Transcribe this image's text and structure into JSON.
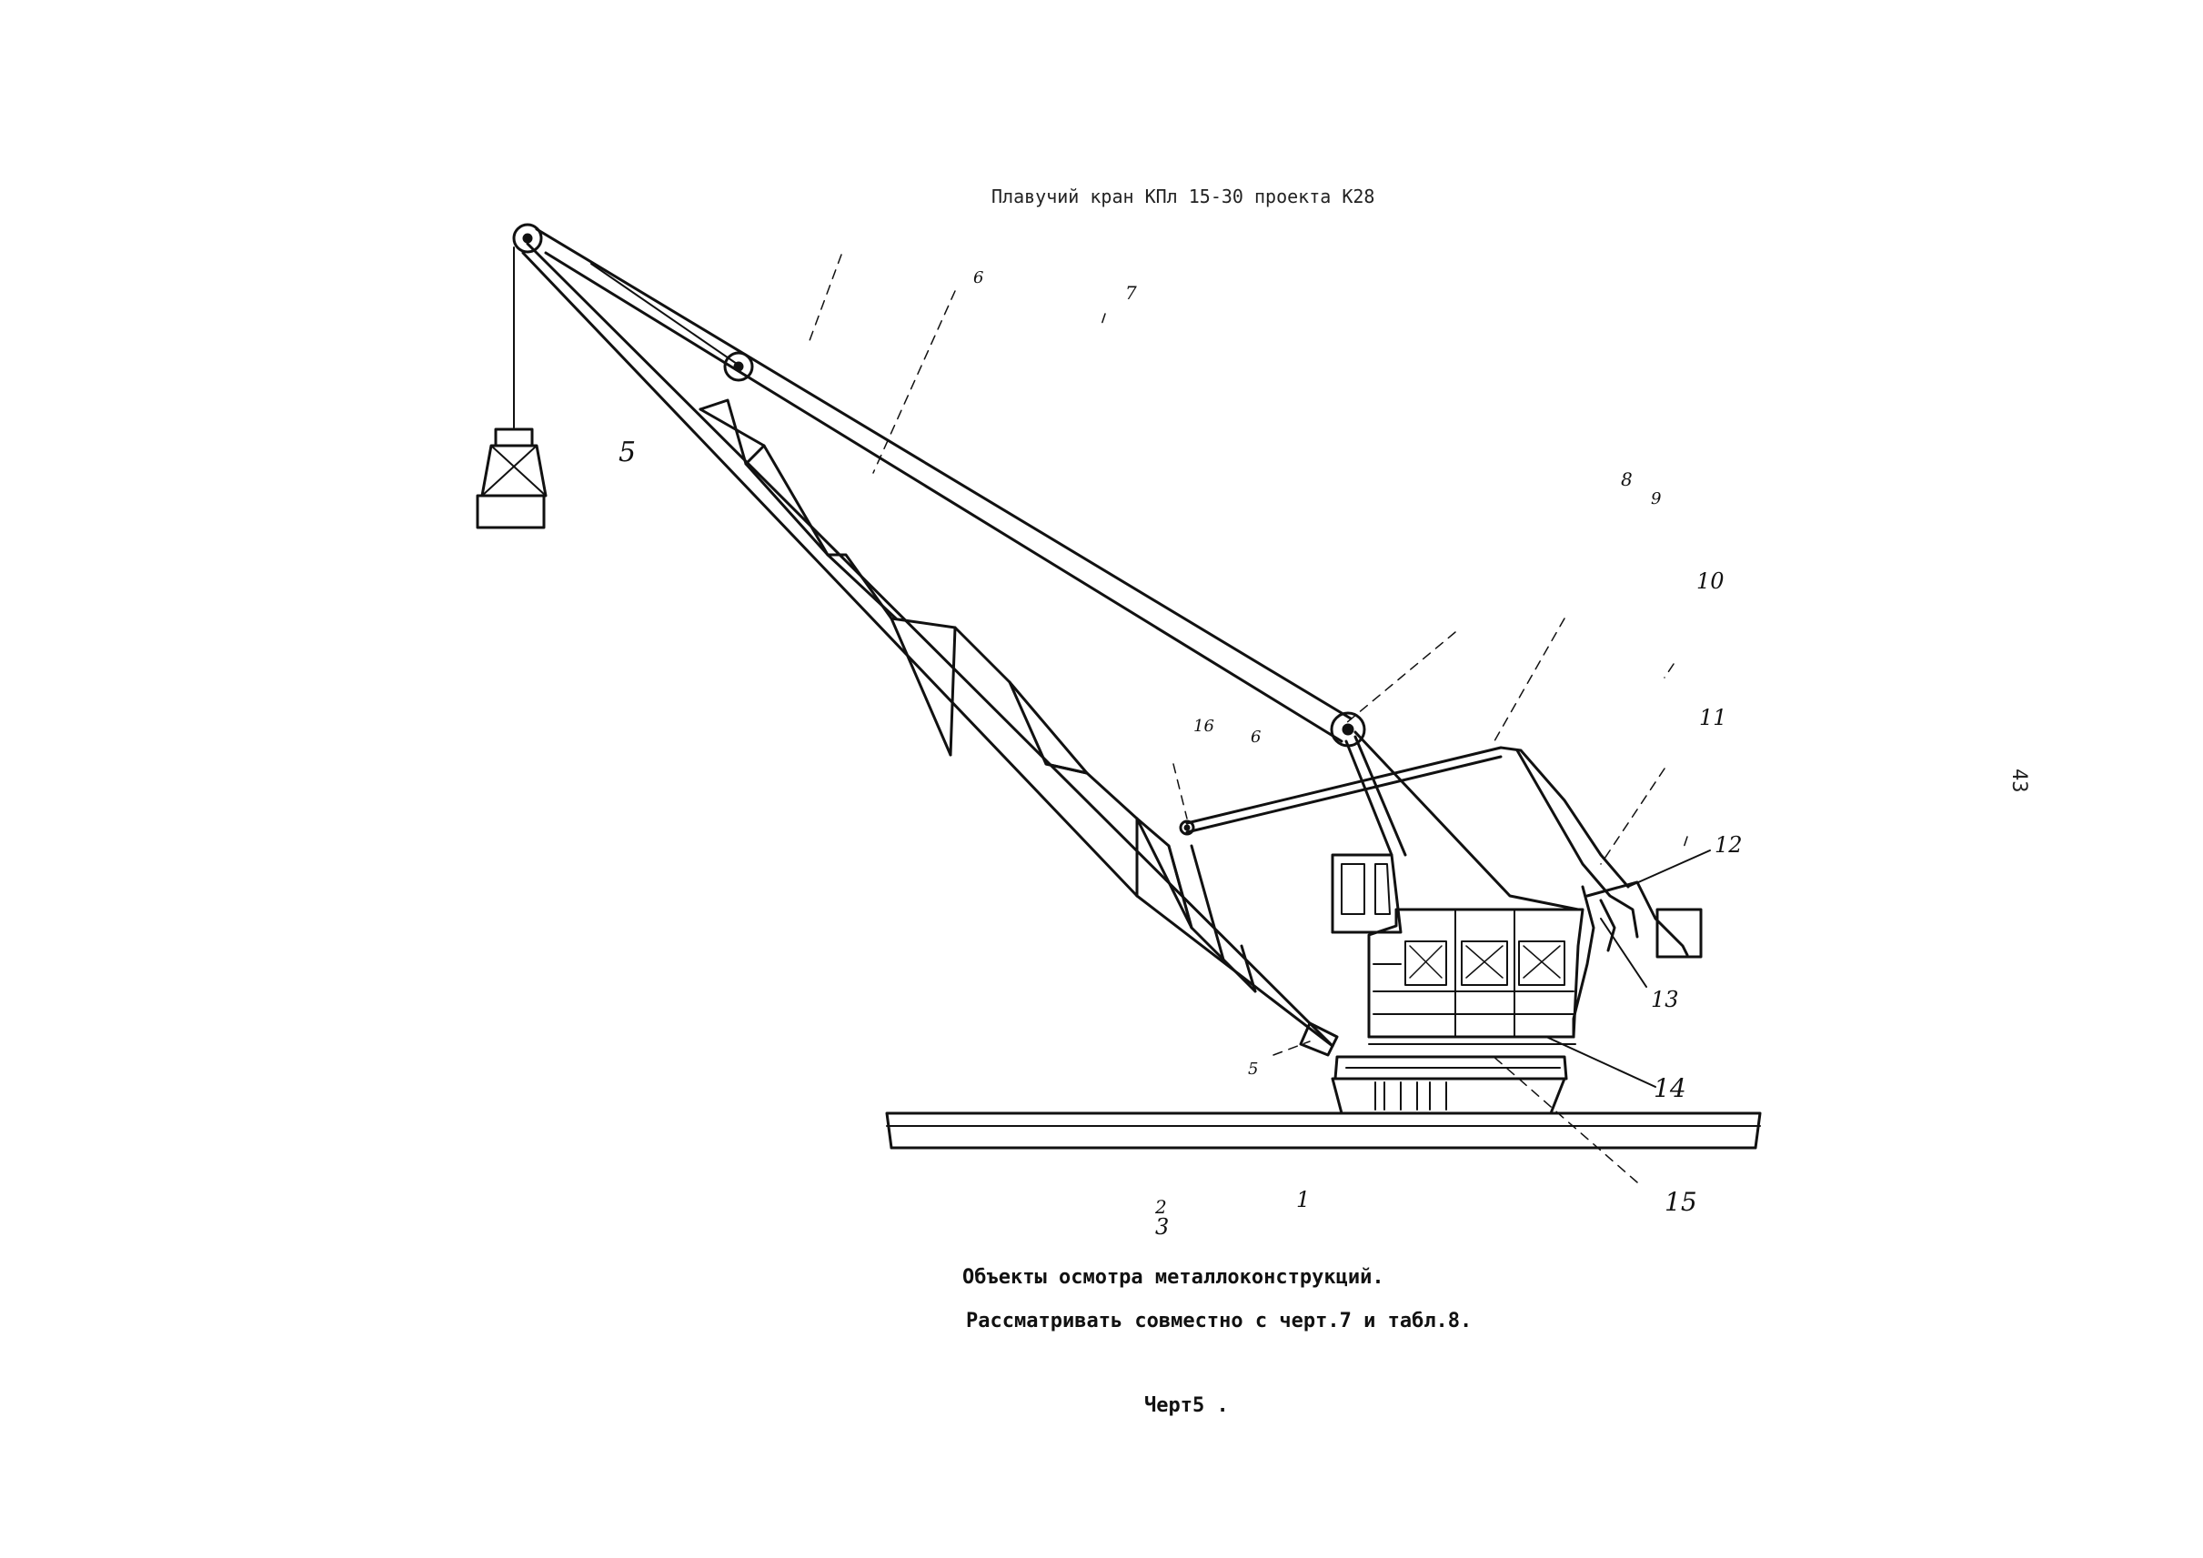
{
  "title": "Плавучий кран КПл 15-30 проекта К28",
  "caption_line1": "Объекты осмотра металлоконструкций.",
  "caption_line2": "Рассматривать совместно с черт.7 и табл.8.",
  "chart_label": "Черт5 .",
  "page_number": "43",
  "callouts": [
    "1",
    "2",
    "3",
    "5",
    "5",
    "6",
    "7",
    "8",
    "9",
    "10",
    "11",
    "12",
    "13",
    "14",
    "15",
    "16",
    "6"
  ]
}
